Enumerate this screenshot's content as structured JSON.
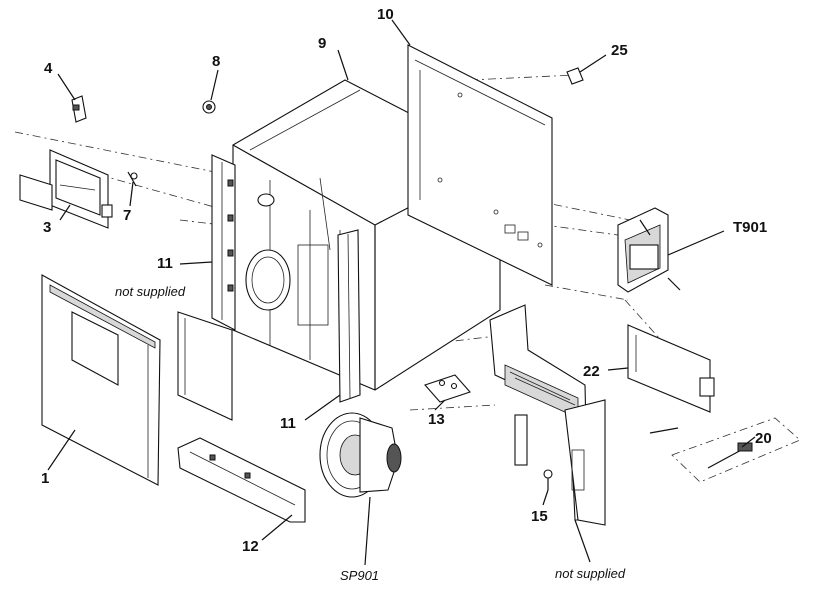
{
  "labels": {
    "p1": "1",
    "p3": "3",
    "p4": "4",
    "p7": "7",
    "p8": "8",
    "p9": "9",
    "p10": "10",
    "p11a": "11",
    "p11b": "11",
    "p12": "12",
    "p13": "13",
    "p15": "15",
    "p20": "20",
    "p22": "22",
    "p25": "25",
    "t901": "T901",
    "sp901": "SP901"
  },
  "notes": {
    "not_supplied_left": "not supplied",
    "not_supplied_bottom": "not supplied"
  }
}
